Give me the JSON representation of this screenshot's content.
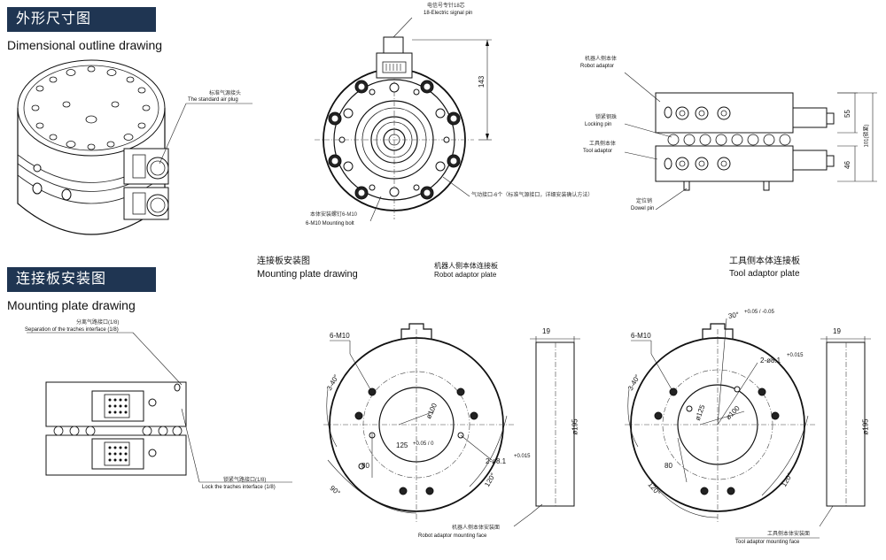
{
  "sections": {
    "outline": {
      "title_zh": "外形尺寸图",
      "title_en": "Dimensional outline drawing"
    },
    "mounting": {
      "title_zh": "连接板安装图",
      "title_en": "Mounting plate drawing"
    }
  },
  "outline_labels": {
    "air_plug_zh": "标准气源接头",
    "air_plug_en": "The standard air plug",
    "signal_pin_zh": "电信号专针18芯",
    "signal_pin_en": "18-Electric signal pin",
    "mounting_bolt_zh": "本体安装螺钉6-M10",
    "mounting_bolt_en": "6-M10 Mounting bolt",
    "air_port_zh": "气动接口-6个（标准气源接口，详细安装确认方法）",
    "dim_143": "143",
    "robot_adaptor_zh": "机器人侧本体",
    "robot_adaptor_en": "Robot adaptor",
    "locking_pin_zh": "锁紧钢珠",
    "locking_pin_en": "Locking pin",
    "tool_adaptor_zh": "工具侧本体",
    "tool_adaptor_en": "Tool adaptor",
    "dowel_pin_zh": "定位销",
    "dowel_pin_en": "Dowel pin",
    "dim_55": "55",
    "dim_101": "101(锁紧)",
    "dim_46": "46"
  },
  "mounting_labels": {
    "separation_zh": "分离气路接口(1/8)",
    "separation_en": "Separation of the traches interface (1/8)",
    "lock_zh": "锁紧气路接口(1/8)",
    "lock_en": "Lock the traches interface (1/8)",
    "plate_drawing_zh": "连接板安装图",
    "plate_drawing_en": "Mounting plate drawing",
    "robot_plate_zh": "机器人侧本体连接板",
    "robot_plate_en": "Robot adaptor plate",
    "tool_plate_zh": "工具侧本体连接板",
    "tool_plate_en": "Tool adaptor plate",
    "robot_face_zh": "机器人侧本体安装面",
    "robot_face_en": "Robot adaptor mounting face",
    "tool_face_zh": "工具侧本体安装面",
    "tool_face_en": "Tool adaptor mounting face"
  },
  "robot_plate_dims": {
    "m10": "6-M10",
    "angle40": "3-40°",
    "d100": "ø100",
    "d125": "125",
    "d125_tol": "+0.05 / 0",
    "pin": "2-ø8.1",
    "pin_tol": "+0.015",
    "r80": "80",
    "a90": "90°",
    "a120": "120°",
    "thick19": "19",
    "d195": "ø195"
  },
  "tool_plate_dims": {
    "m10": "6-M10",
    "angle40": "3-40°",
    "a30": "30°",
    "a30_tol": "+0.05 / -0.05",
    "pin": "2-ø8.1",
    "pin_tol": "+0.015",
    "d125": "ø125",
    "d100": "ø100",
    "r80": "80",
    "a120a": "120°",
    "a120b": "120°",
    "thick19": "19",
    "d195": "ø195"
  }
}
